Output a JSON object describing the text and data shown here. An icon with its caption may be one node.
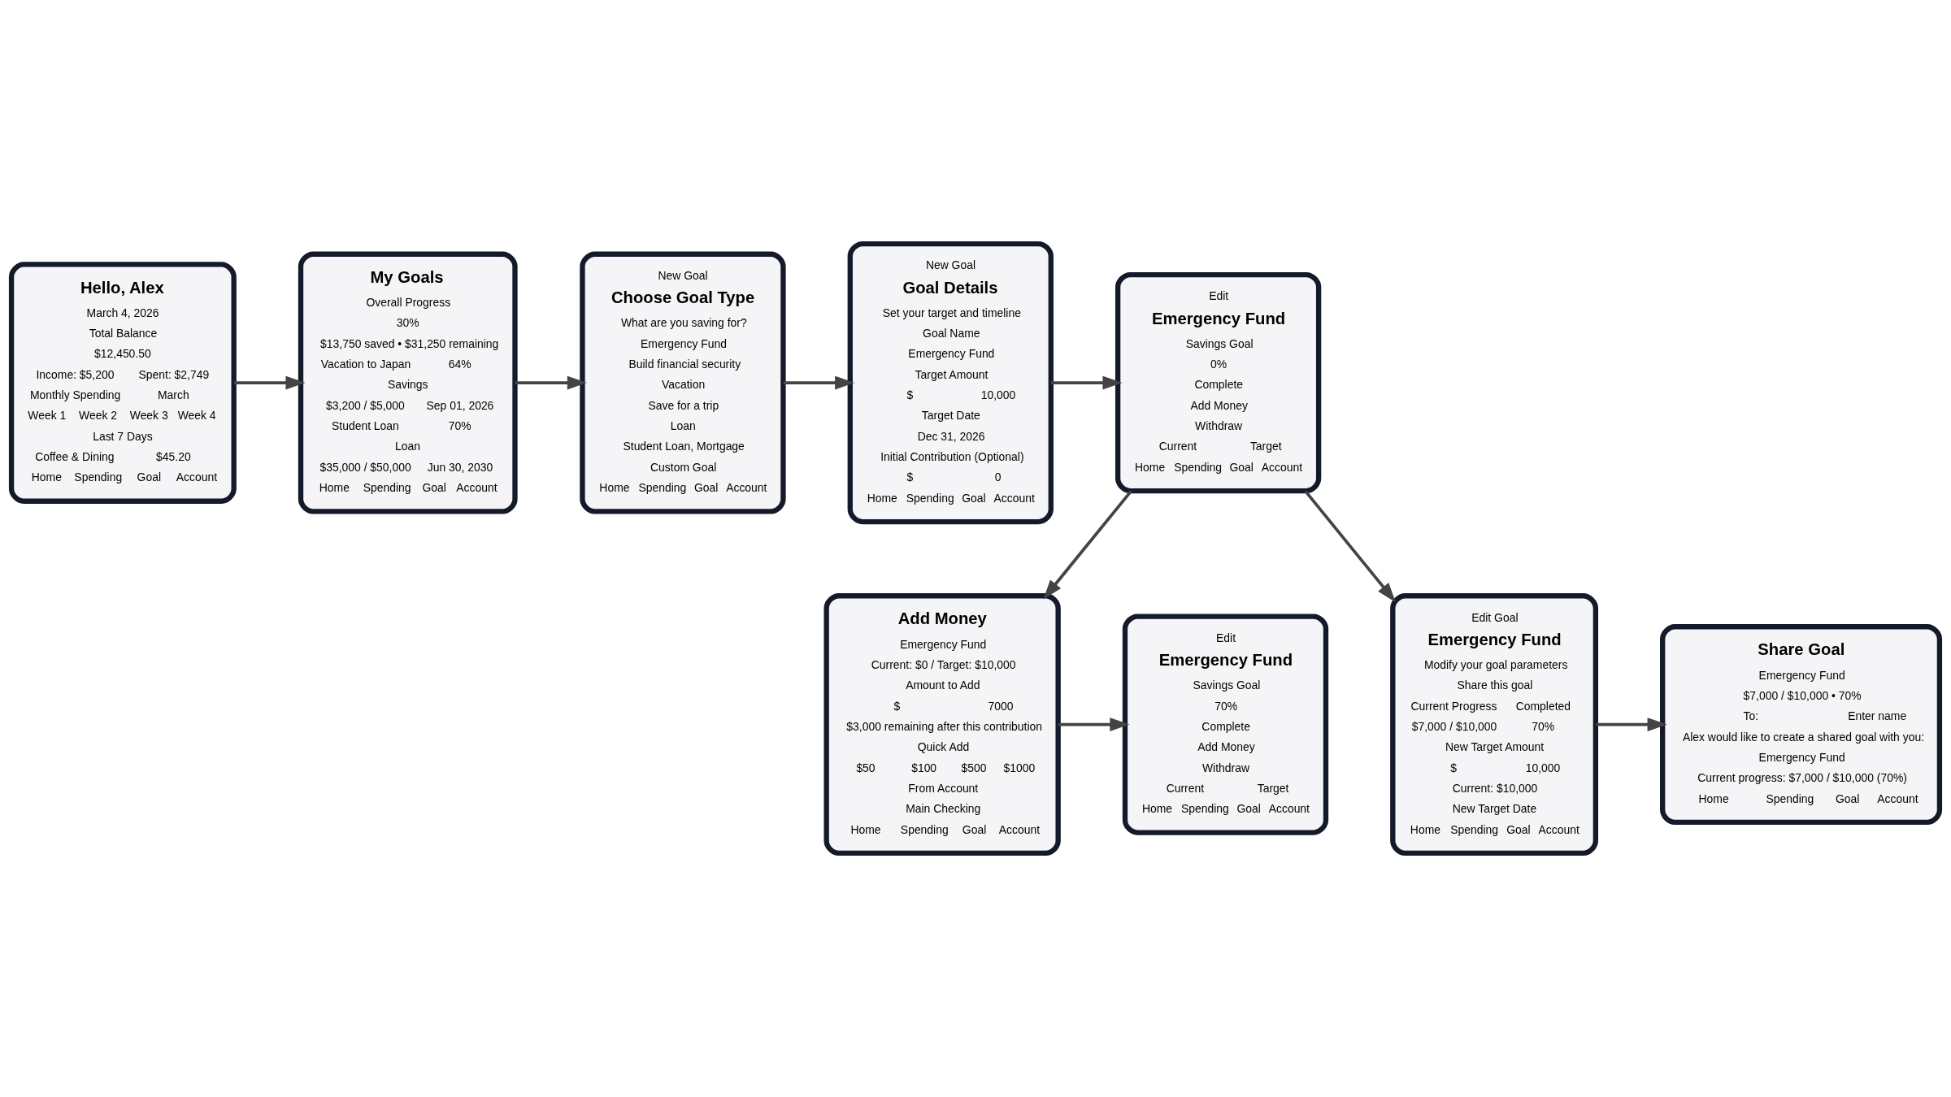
{
  "diagram": {
    "nodes": [
      {
        "text": [
          "Hello, Alex",
          "March 4, 2026",
          "Total Balance",
          "$12,450.50",
          "Income: $5,200",
          "Spent: $2,749",
          "Monthly Spending",
          "March",
          "Week 1",
          "Week 2",
          "Week 3",
          "Week 4",
          "Last 7 Days",
          "Coffee & Dining",
          "$45.20",
          "Home",
          "Spending",
          "Goal",
          "Account"
        ]
      },
      {
        "text": [
          "My Goals",
          "Overall Progress",
          "30%",
          "$13,750 saved • $31,250 remaining",
          "Vacation to Japan",
          "64%",
          "Savings",
          "$3,200 / $5,000",
          "Sep 01, 2026",
          "Student Loan",
          "70%",
          "Loan",
          "$35,000 / $50,000",
          "Jun 30, 2030",
          "Home",
          "Spending",
          "Goal",
          "Account"
        ]
      },
      {
        "text": [
          "New Goal",
          "Choose Goal Type",
          "What are you saving for?",
          "Emergency Fund",
          "Build financial security",
          "Vacation",
          "Save for a trip",
          "Loan",
          "Student Loan, Mortgage",
          "Custom Goal",
          "Home",
          "Spending",
          "Goal",
          "Account"
        ]
      },
      {
        "text": [
          "New Goal",
          "Goal Details",
          "Set your target and timeline",
          "Goal Name",
          "Emergency Fund",
          "Target Amount",
          "$",
          "10,000",
          "Target Date",
          "Dec 31, 2026",
          "Initial Contribution (Optional)",
          "$",
          "0",
          "Home",
          "Spending",
          "Goal",
          "Account"
        ]
      },
      {
        "text": [
          "Edit",
          "Emergency Fund",
          "Savings Goal",
          "0%",
          "Complete",
          "Add Money",
          "Withdraw",
          "Current",
          "Target",
          "Home",
          "Spending",
          "Goal",
          "Account"
        ]
      },
      {
        "text": [
          "Add Money",
          "Emergency Fund",
          "Current: $0 / Target: $10,000",
          "Amount to Add",
          "$",
          "7000",
          "$3,000 remaining after this contribution",
          "Quick Add",
          "$50",
          "$100",
          "$500",
          "$1000",
          "From Account",
          "Main Checking",
          "Home",
          "Spending",
          "Goal",
          "Account"
        ]
      },
      {
        "text": [
          "Edit",
          "Emergency Fund",
          "Savings Goal",
          "70%",
          "Complete",
          "Add Money",
          "Withdraw",
          "Current",
          "Target",
          "Home",
          "Spending",
          "Goal",
          "Account"
        ]
      },
      {
        "text": [
          "Edit Goal",
          "Emergency Fund",
          "Modify your goal parameters",
          "Share this goal",
          "Current Progress",
          "Completed",
          "$7,000 / $10,000",
          "70%",
          "New Target Amount",
          "$",
          "10,000",
          "Current: $10,000",
          "New Target Date",
          "Home",
          "Spending",
          "Goal",
          "Account"
        ]
      },
      {
        "text": [
          "Share Goal",
          "Emergency Fund",
          "$7,000 / $10,000 • 70%",
          "To:",
          "Enter name",
          "Alex would like to create a shared goal with you:",
          "Emergency Fund",
          "Current progress: $7,000 / $10,000 (70%)",
          "Home",
          "Spending",
          "Goal",
          "Account"
        ]
      }
    ],
    "edges": [
      {
        "from": 0,
        "to": 1,
        "arrow": "to"
      },
      {
        "from": 1,
        "to": 2,
        "arrow": "to"
      },
      {
        "from": 2,
        "to": 3,
        "arrow": "to"
      },
      {
        "from": 3,
        "to": 4,
        "arrow": "to"
      },
      {
        "from": 4,
        "to": 5,
        "arrow": "to"
      },
      {
        "from": 4,
        "to": 7,
        "arrow": "to"
      },
      {
        "from": 5,
        "to": 6,
        "arrow": "to"
      },
      {
        "from": 7,
        "to": 8,
        "arrow": "to"
      }
    ]
  }
}
